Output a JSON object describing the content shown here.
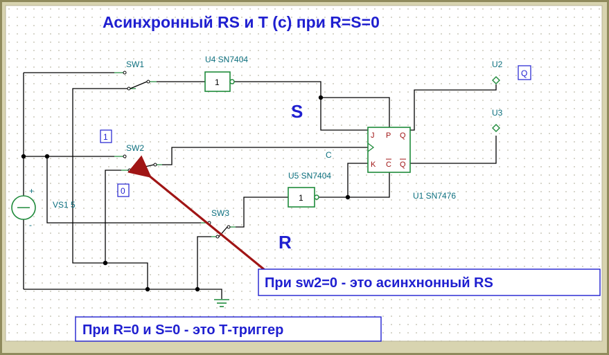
{
  "title": "Асинхронный RS и T (c) при R=S=0",
  "components": {
    "sw1": "SW1",
    "sw2": "SW2",
    "sw3": "SW3",
    "u4": "U4 SN7404",
    "u5": "U5 SN7404",
    "u1": "U1 SN7476",
    "u2": "U2",
    "u3": "U3",
    "vs1": "VS1 5",
    "gate_label": "1",
    "clock_label": "C"
  },
  "ff_pins": {
    "j": "J",
    "k": "K",
    "p": "P",
    "c": "C",
    "q": "Q",
    "qbar": "Q"
  },
  "signals": {
    "s": "S",
    "r": "R",
    "q_probe": "Q",
    "sw2_state_1": "1",
    "sw2_state_0": "0",
    "plus": "+",
    "minus": "-"
  },
  "notes": {
    "sw2_note": "При sw2=0 - это асинхнонный RS",
    "rs_note": "При R=0 и S=0 - это Т-триггер"
  },
  "colors": {
    "title": "#1f1fd0",
    "component_label": "#0c6f7e",
    "gate_outline": "#1e8a3a",
    "arrow": "#a01515",
    "frame": "#8f8a5c"
  }
}
